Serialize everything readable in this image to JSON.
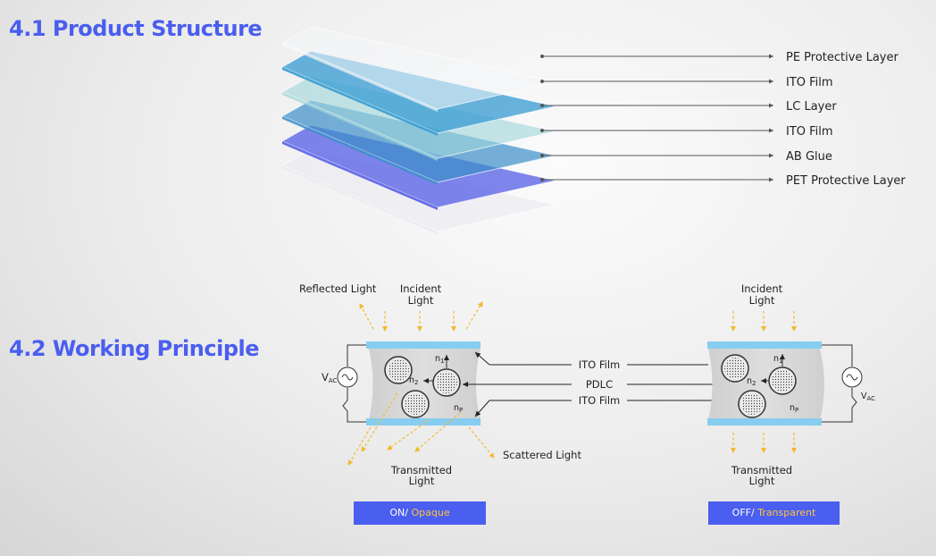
{
  "sections": {
    "structure_title": "4.1 Product Structure",
    "principle_title": "4.2 Working Principle"
  },
  "layers": [
    {
      "label": "PE Protective Layer",
      "color": "#f4f6f8"
    },
    {
      "label": "ITO Film",
      "color": "#3c9ed4"
    },
    {
      "label": "LC Layer",
      "color": "#9fd5d8"
    },
    {
      "label": "ITO Film",
      "color": "#3c8fc9"
    },
    {
      "label": "AB Glue",
      "color": "#5a63e6"
    },
    {
      "label": "PET Protective Layer",
      "color": "#eaeaf0"
    }
  ],
  "diagram": {
    "reflected_light": "Reflected Light",
    "incident_light_left": [
      "Incident",
      "Light"
    ],
    "incident_light_right": [
      "Incident",
      "Light"
    ],
    "transmitted_light_left": [
      "Transmitted",
      "Light"
    ],
    "transmitted_light_right": [
      "Transmitted",
      "Light"
    ],
    "scattered_light": "Scattered Light",
    "center_labels": [
      "ITO Film",
      "PDLC",
      "ITO Film"
    ],
    "vac": "V",
    "vac_sub": "AC",
    "n1": "n",
    "n1_sub": "1",
    "n2": "n",
    "n2_sub": "2",
    "np": "n",
    "np_sub": "P"
  },
  "status": {
    "on_main": "ON/ ",
    "on_hl": "Opaque",
    "off_main": "OFF/ ",
    "off_hl": "Transparent"
  },
  "colors": {
    "accent": "#4a5ef0",
    "arrow_yellow": "#f5b82e",
    "electrode_blue": "#86cdf0"
  }
}
